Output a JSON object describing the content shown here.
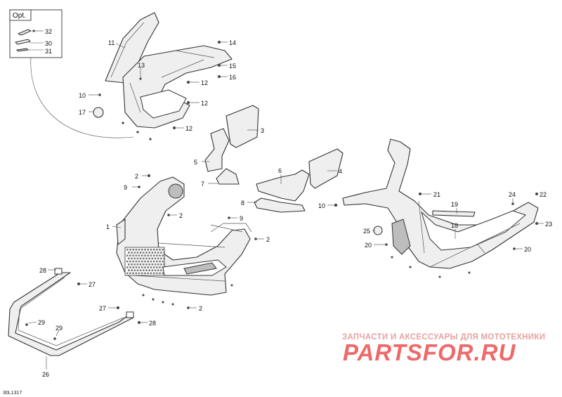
{
  "option_box": {
    "label": "Opt."
  },
  "callouts": {
    "c1": "1",
    "c2a": "2",
    "c2b": "2",
    "c2c": "2",
    "c2d": "2",
    "c3": "3",
    "c4": "4",
    "c5": "5",
    "c6": "6",
    "c7": "7",
    "c8": "8",
    "c9a": "9",
    "c9b": "9",
    "c10a": "10",
    "c10b": "10",
    "c11": "11",
    "c12a": "12",
    "c12b": "12",
    "c12c": "12",
    "c13": "13",
    "c14": "14",
    "c15": "15",
    "c16": "16",
    "c17": "17",
    "c18": "18",
    "c19": "19",
    "c20a": "20",
    "c20b": "20",
    "c21": "21",
    "c22": "22",
    "c23": "23",
    "c24": "24",
    "c25": "25",
    "c26": "26",
    "c27a": "27",
    "c27b": "27",
    "c28a": "28",
    "c28b": "28",
    "c29a": "29",
    "c29b": "29",
    "c30": "30",
    "c31": "31",
    "c32": "32"
  },
  "document_id": "30L1317",
  "watermark": {
    "tagline": "ЗАПЧАСТИ И АКСЕССУАРЫ ДЛЯ МОТОТЕХНИКИ",
    "brand": "PARTSFOR.RU"
  }
}
